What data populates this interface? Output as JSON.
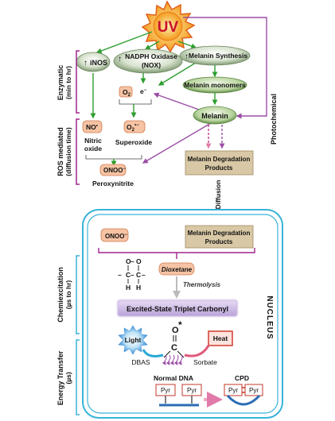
{
  "uv": "UV",
  "top": {
    "inos": "iNOS",
    "nox_line1": "NADPH Oxidase",
    "nox_line2": "(NOX)",
    "melanin_synthesis": "Melanin Synthesis",
    "melanin_monomers": "Melanin monomers",
    "melanin": "Melanin",
    "melanin_degradation_line1": "Melanin Degradation",
    "melanin_degradation_line2": "Products",
    "o2": "O",
    "o2_sub": "2",
    "electron": "e",
    "no_radical": "NO",
    "nitric_line1": "Nitric",
    "nitric_line2": "oxide",
    "superoxide_formula": "O",
    "superoxide_sub": "2",
    "superoxide_sup": "•−",
    "superoxide": "Superoxide",
    "onoo": "ONOO",
    "peroxynitrite": "Peroxynitrite"
  },
  "side_labels": {
    "enzymatic_line1": "Enzymatic",
    "enzymatic_line2": "(min to hr)",
    "ros_line1": "ROS mediated",
    "ros_line2": "(diffusion time)",
    "photochemical": "Photochemical",
    "diffusion": "Diffusion",
    "chemiexcitation_line1": "Chemiexcitation",
    "chemiexcitation_line2": "(µs to hr)",
    "energy_line1": "Energy Transfer",
    "energy_line2": "(µs)",
    "nucleus": "NUCLEUS"
  },
  "nucleus": {
    "onoo": "ONOO",
    "mdp_line1": "Melanin Degradation",
    "mdp_line2": "Products",
    "dioxetane": "Dioxetane",
    "thermolysis": "Thermolysis",
    "triplet": "Excited-State Triplet Carbonyl",
    "light": "Light",
    "heat": "Heat",
    "dbas": "DBAS",
    "sorbate": "Sorbate",
    "carbonyl_o": "O",
    "carbonyl_c": "C",
    "star": "*",
    "normal_dna": "Normal DNA",
    "cpd": "CPD",
    "pyr": "Pyr",
    "struct_o": "O",
    "struct_c": "C",
    "struct_h": "H"
  },
  "colors": {
    "green_arrow": "#2e9e2e",
    "purple_arrow": "#9b4ea6",
    "salmon": "#f6c3a4",
    "tan": "#d9c8a6",
    "nucleus_border": "#38b3d9",
    "bracket": "#a0258c",
    "triplet": "#cbb8e4"
  }
}
